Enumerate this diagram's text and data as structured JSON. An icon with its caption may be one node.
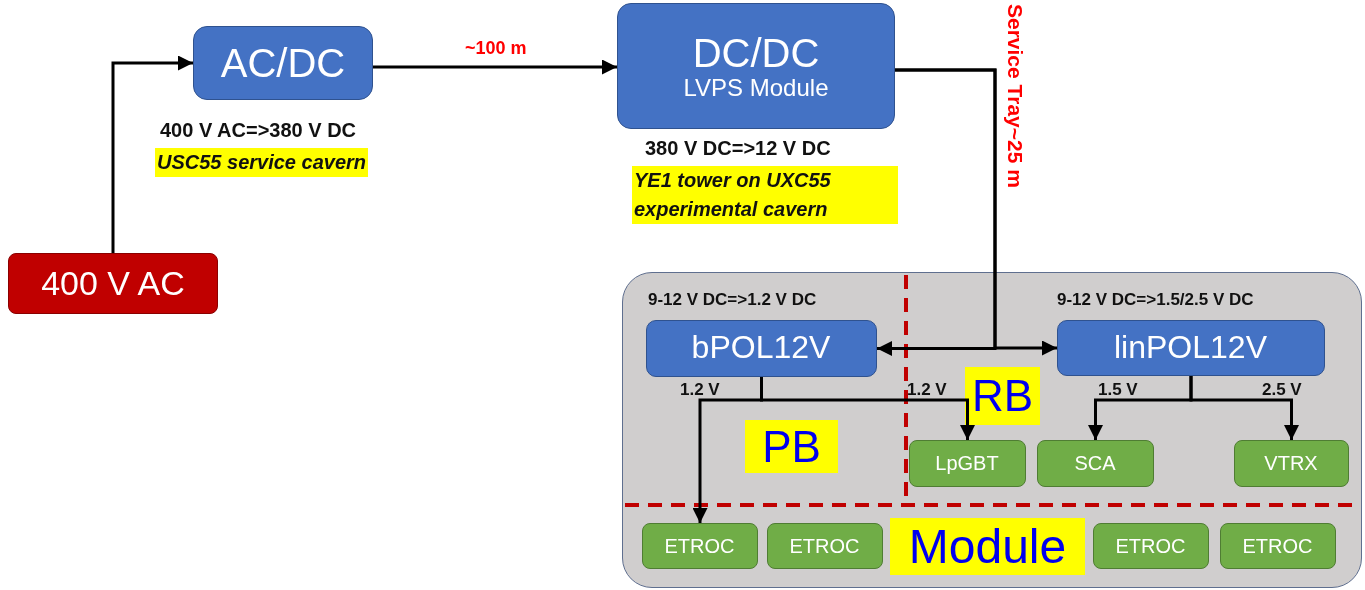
{
  "diagram": {
    "nodes": [
      {
        "text": [
          "400 V AC"
        ]
      },
      {
        "text": [
          "AC/DC"
        ],
        "beside": [
          "400 V AC=>380 V DC",
          "USC55 service cavern"
        ]
      },
      {
        "text": [
          "DC/DC",
          "LVPS Module"
        ],
        "beside": [
          "380 V DC=>12 V DC",
          "YE1 tower on UXC55 experimental cavern"
        ]
      },
      {
        "text": [],
        "shape": "box"
      },
      {
        "text": [
          "bPOL12V"
        ],
        "in": 3,
        "beside": [
          "9-12 V DC=>1.2 V DC"
        ]
      },
      {
        "text": [
          "linPOL12V"
        ],
        "in": 3,
        "beside": [
          "9-12 V DC=>1.5/2.5 V DC"
        ]
      },
      {
        "text": [
          "LpGBT"
        ],
        "in": 3
      },
      {
        "text": [
          "SCA"
        ],
        "in": 3
      },
      {
        "text": [
          "VTRX"
        ],
        "in": 3
      },
      {
        "text": [
          "ETROC"
        ],
        "in": 3
      },
      {
        "text": [
          "ETROC"
        ],
        "in": 3
      },
      {
        "text": [
          "ETROC"
        ],
        "in": 3
      },
      {
        "text": [
          "ETROC"
        ],
        "in": 3
      }
    ],
    "edges": [
      {
        "from": 0,
        "to": 1,
        "arrow": "to"
      },
      {
        "from": 1,
        "to": 2,
        "arrow": "to",
        "label": "~100 m"
      },
      {
        "from": 2,
        "to": 4,
        "arrow": "to"
      },
      {
        "from": 2,
        "to": 5,
        "arrow": "to",
        "label": "Service Tray~25 m"
      },
      {
        "from": 4,
        "to": 9,
        "arrow": "to",
        "label": "1.2 V"
      },
      {
        "from": 4,
        "to": 6,
        "arrow": "to",
        "label": "1.2 V"
      },
      {
        "from": 5,
        "to": 7,
        "arrow": "to",
        "label": "1.5 V"
      },
      {
        "from": 5,
        "to": 8,
        "arrow": "to",
        "label": "2.5 V"
      }
    ],
    "labels": [
      "RB",
      "PB",
      "Module"
    ]
  }
}
